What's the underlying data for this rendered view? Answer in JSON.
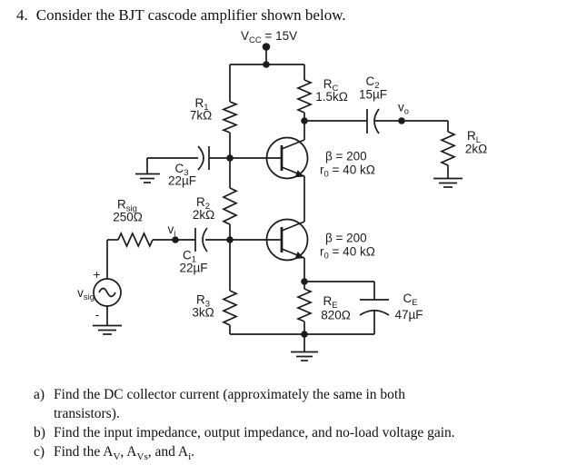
{
  "title": {
    "number": "4.",
    "text": "Consider the BJT cascode amplifier shown below."
  },
  "supply": {
    "main": "V",
    "sub": "CC",
    "rest": " = 15V"
  },
  "components": {
    "r1": {
      "name": "R",
      "sub": "1",
      "value": "7kΩ"
    },
    "rc": {
      "name": "R",
      "sub": "C",
      "value": "1.5kΩ"
    },
    "r2": {
      "name": "R",
      "sub": "2",
      "value": "2kΩ"
    },
    "r3": {
      "name": "R",
      "sub": "3",
      "value": "3kΩ"
    },
    "re": {
      "name": "R",
      "sub": "E",
      "value": "820Ω"
    },
    "rl": {
      "name": "R",
      "sub": "L",
      "value": "2kΩ"
    },
    "rsig": {
      "name": "R",
      "sub": "sig",
      "value": "250Ω"
    },
    "c1": {
      "name": "C",
      "sub": "1",
      "value": "22µF"
    },
    "c2": {
      "name": "C",
      "sub": "2",
      "value": "15µF"
    },
    "c3": {
      "name": "C",
      "sub": "3",
      "value": "22µF"
    },
    "ce": {
      "name": "C",
      "sub": "E",
      "value": "47µF"
    }
  },
  "transistors": {
    "q_top": {
      "beta": "β = 200",
      "ro_name": "r",
      "ro_sub": "0",
      "ro_rest": " = 40 kΩ"
    },
    "q_bottom": {
      "beta": "β = 200",
      "ro_name": "r",
      "ro_sub": "0",
      "ro_rest": " = 40 kΩ"
    }
  },
  "nodes": {
    "vo": {
      "main": "v",
      "sub": "o"
    },
    "vi": {
      "main": "v",
      "sub": "i"
    },
    "vsig": {
      "main": "v",
      "sub": "sig"
    },
    "plus": "+",
    "minus": "-"
  },
  "questions": {
    "a": {
      "label": "a)",
      "line1": "Find the DC collector current (approximately the same in both",
      "line2": "transistors)."
    },
    "b": {
      "label": "b)",
      "text": "Find the input impedance, output impedance, and no-load voltage gain."
    },
    "c": {
      "label": "c)",
      "p1": "Find the A",
      "s1": "V",
      "p2": ", A",
      "s2": "Vs",
      "p3": ", and A",
      "s3": "i",
      "p4": "."
    }
  }
}
